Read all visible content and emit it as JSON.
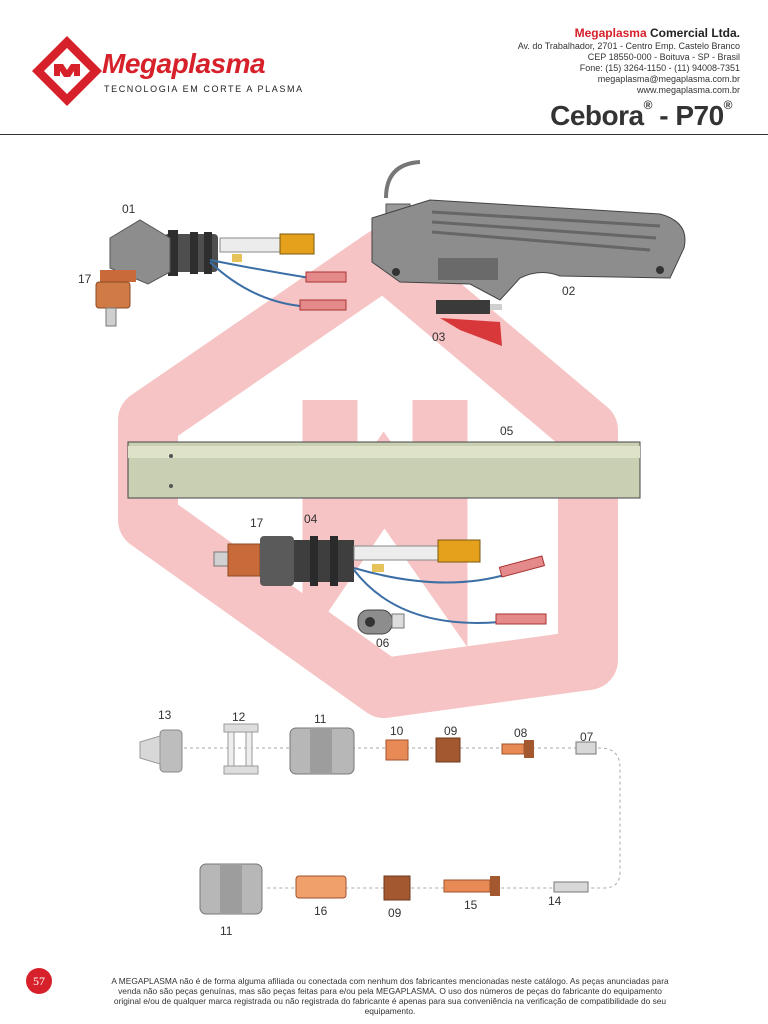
{
  "header": {
    "brand_name": "Megaplasma",
    "tagline": "TECNOLOGIA EM CORTE A PLASMA",
    "company_name_red": "Megaplasma",
    "company_name_rest": " Comercial Ltda.",
    "address_lines": [
      "Av. do Trabalhador, 2701 - Centro Emp. Castelo Branco",
      "CEP 18550-000 - Boituva - SP - Brasil",
      "Fone: (15) 3264-1150 - (11) 94008-7351",
      "megaplasma@megaplasma.com.br",
      "www.megaplasma.com.br"
    ]
  },
  "title": {
    "brand": "Cebora",
    "mark1": "®",
    "separator": " - ",
    "model": "P70",
    "mark2": "®"
  },
  "parts": {
    "p01": "01",
    "p02": "02",
    "p03": "03",
    "p04": "04",
    "p05": "05",
    "p06": "06",
    "p07": "07",
    "p08": "08",
    "p09a": "09",
    "p09b": "09",
    "p10": "10",
    "p11a": "11",
    "p11b": "11",
    "p12": "12",
    "p13": "13",
    "p14": "14",
    "p15": "15",
    "p16": "16",
    "p17a": "17",
    "p17b": "17"
  },
  "footer": {
    "page_number": "57",
    "disclaimer": "A MEGAPLASMA não é de forma alguma afiliada ou conectada com nenhum dos fabricantes mencionadas neste catálogo. As peças anunciadas para venda não são peças genuínas, mas são peças feitas para e/ou pela MEGAPLASMA. O uso dos números de peças do fabricante do equipamento original e/ou de qualquer marca registrada ou não registrada do fabricante é apenas para sua conveniência na verificação de compatibilidade do seu equipamento."
  },
  "colors": {
    "brand_red": "#d6202a",
    "watermark": "#f6c4c4",
    "hose": "#c9cfb3",
    "copper": "#c86a3a",
    "grey_body": "#8d8d8d"
  }
}
